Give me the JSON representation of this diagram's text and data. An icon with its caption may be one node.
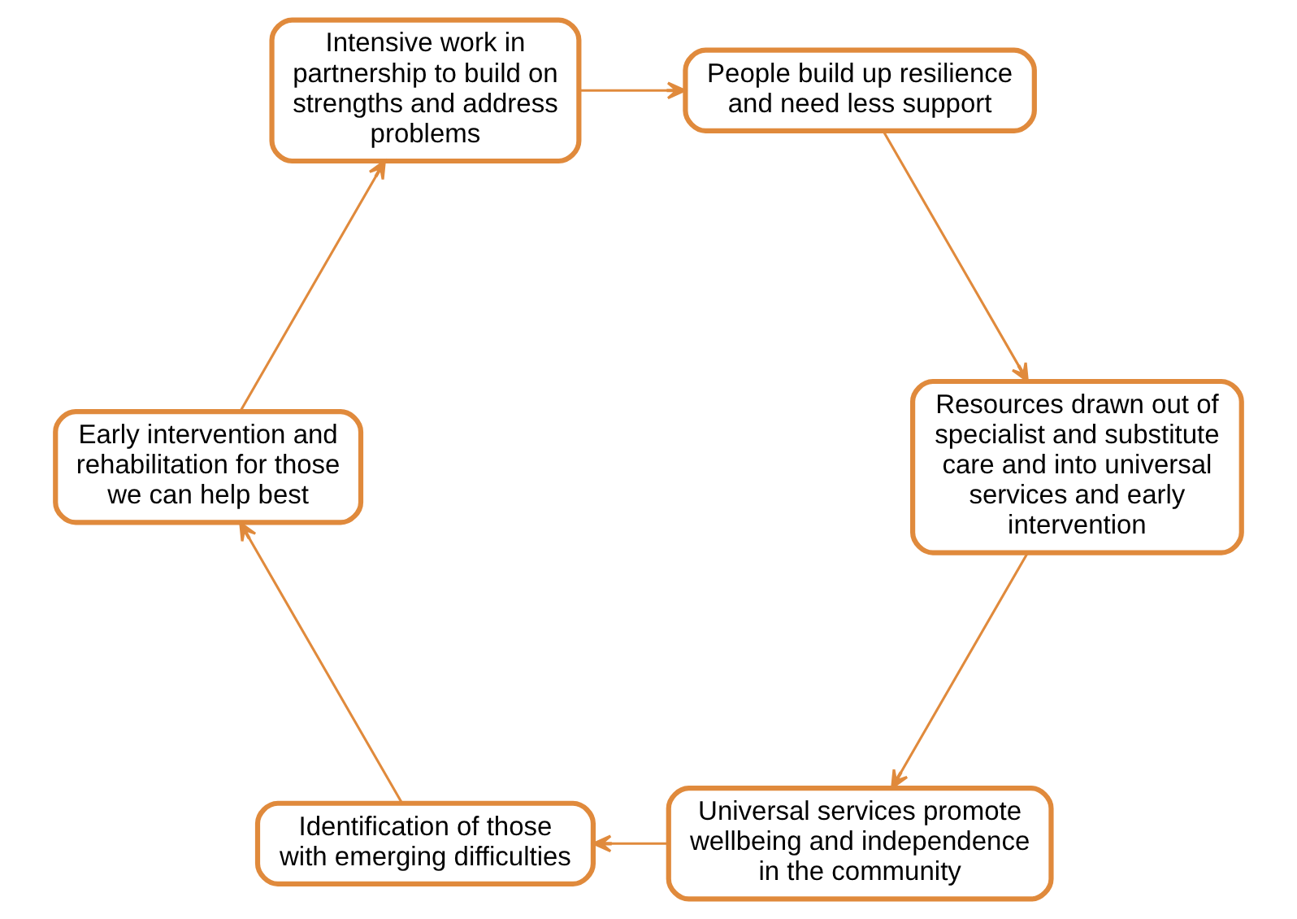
{
  "diagram": {
    "nodes": [
      {
        "text": [
          "Universal services promote wellbeing and independence in the community"
        ]
      },
      {
        "text": [
          "Identification of those with emerging difficulties"
        ]
      },
      {
        "text": [
          "Early intervention and rehabilitation for those we can help best"
        ]
      },
      {
        "text": [
          "Intensive work in partnership to build on strengths and address problems"
        ]
      },
      {
        "text": [
          "People build up resilience and need less support"
        ]
      },
      {
        "text": [
          "Resources drawn out of specialist and substitute care and into universal services and early intervention"
        ]
      }
    ],
    "edges": [
      {
        "from": 0,
        "to": 1,
        "arrow": "to"
      },
      {
        "from": 1,
        "to": 2,
        "arrow": "to"
      },
      {
        "from": 2,
        "to": 3,
        "arrow": "to"
      },
      {
        "from": 3,
        "to": 4,
        "arrow": "to"
      },
      {
        "from": 4,
        "to": 5,
        "arrow": "to"
      },
      {
        "from": 5,
        "to": 0,
        "arrow": "to"
      }
    ]
  }
}
